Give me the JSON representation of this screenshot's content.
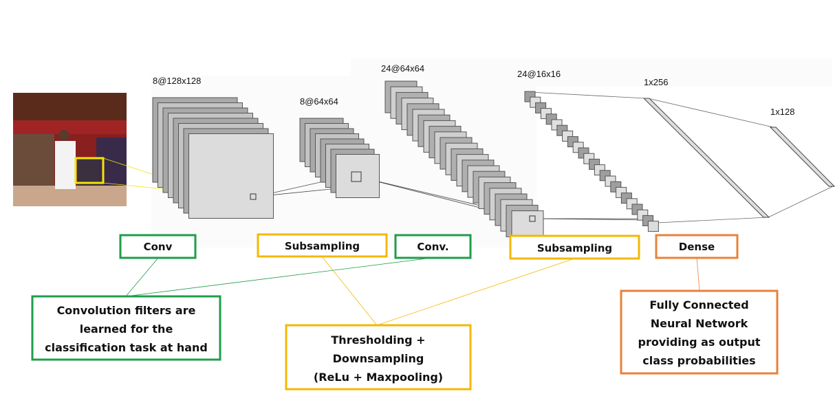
{
  "layer_labels": [
    "8@128x128",
    "8@64x64",
    "24@64x64",
    "24@16x16",
    "1x256",
    "1x128"
  ],
  "stage_boxes": {
    "conv1": "Conv",
    "subsampling1": "Subsampling",
    "conv2": "Conv.",
    "subsampling2": "Subsampling",
    "dense": "Dense"
  },
  "callouts": {
    "convolution": [
      "Convolution filters are",
      "learned for the",
      "classification task at hand"
    ],
    "thresholding": [
      "Thresholding +",
      "Downsampling",
      "(ReLu + Maxpooling)"
    ],
    "dense": [
      "Fully Connected",
      "Neural Network",
      "providing as output",
      "class probabilities"
    ]
  },
  "colors": {
    "green": "#1e9e4a",
    "yellow": "#f4b800",
    "orange": "#e8823a",
    "highlight": "#f2e600",
    "map_fill": "#d7d7d7",
    "map_stroke": "#555555"
  }
}
